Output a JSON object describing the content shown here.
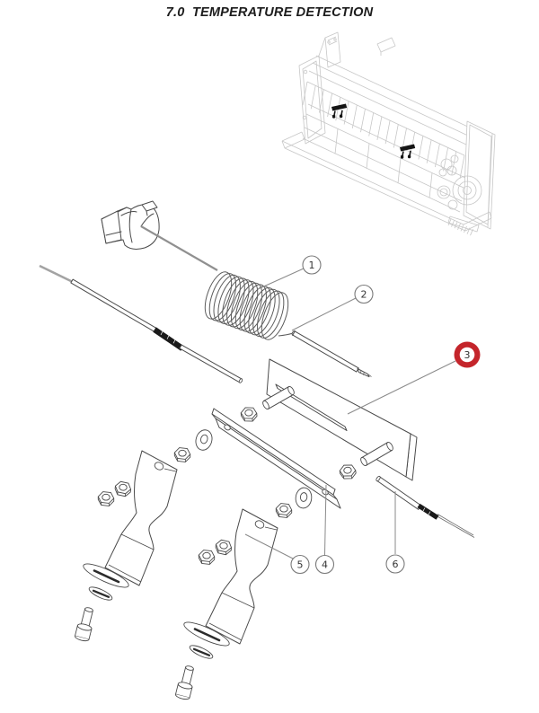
{
  "title": "7.0  TEMPERATURE DETECTION",
  "figure": {
    "type": "exploded-parts-diagram",
    "callouts": [
      {
        "label": "1",
        "highlighted": false
      },
      {
        "label": "2",
        "highlighted": false
      },
      {
        "label": "3",
        "highlighted": true
      },
      {
        "label": "4",
        "highlighted": false
      },
      {
        "label": "5",
        "highlighted": false
      },
      {
        "label": "6",
        "highlighted": false
      }
    ],
    "colors": {
      "highlight_ring": "#c4252b",
      "diagram_line": "#4a4a4a",
      "leader_line": "#8a8a8a",
      "machine_line": "#c7c7c7",
      "sleeve_black": "#1a1a1a"
    }
  }
}
